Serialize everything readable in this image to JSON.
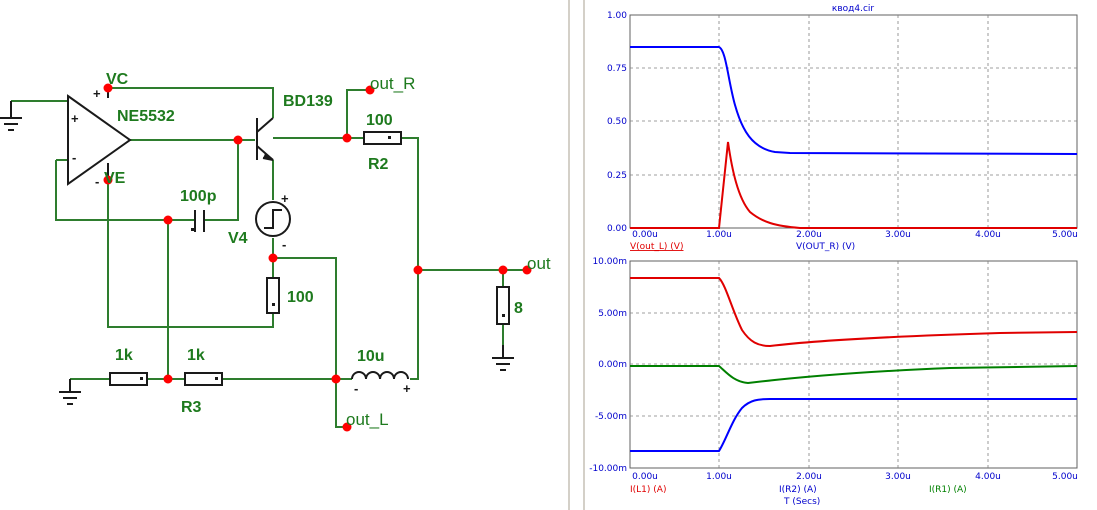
{
  "schematic": {
    "labels": {
      "vc": "VC",
      "ve": "VE",
      "opamp": "NE5532",
      "transistor": "BD139",
      "out_r": "out_R",
      "r2_value": "100",
      "r2_name": "R2",
      "cap_value": "100p",
      "source_name": "V4",
      "res_value": "100",
      "out": "out",
      "load_value": "8",
      "r_left_value": "1k",
      "r_right_value": "1k",
      "r3_name": "R3",
      "ind_value": "10u",
      "out_l": "out_L"
    },
    "wire_color": "#2e7d2e",
    "node_color": "#ff0000"
  },
  "plot": {
    "title": "квод4.cir",
    "top": {
      "y_ticks": [
        "1.00",
        "0.75",
        "0.50",
        "0.25",
        "0.00"
      ],
      "x_ticks": [
        "0.00u",
        "1.00u",
        "2.00u",
        "3.00u",
        "4.00u",
        "5.00u"
      ],
      "trace_labels": [
        "V(out_L) (V)",
        "V(OUT_R) (V)"
      ]
    },
    "bottom": {
      "y_ticks": [
        "10.00m",
        "5.00m",
        "0.00m",
        "-5.00m",
        "-10.00m"
      ],
      "x_ticks": [
        "0.00u",
        "1.00u",
        "2.00u",
        "3.00u",
        "4.00u",
        "5.00u"
      ],
      "trace_labels": [
        "I(L1) (A)",
        "I(R2) (A)",
        "I(R1) (A)"
      ],
      "x_axis_title": "T (Secs)"
    },
    "colors": {
      "blue": "#0000ff",
      "red": "#e00000",
      "green": "#008000"
    }
  }
}
